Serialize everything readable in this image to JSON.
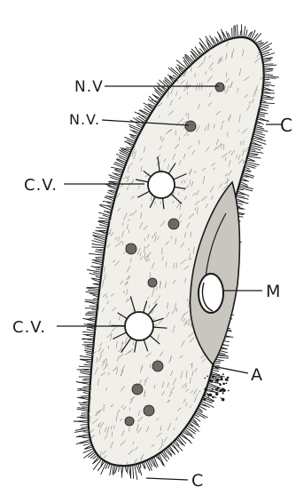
{
  "figure": {
    "subject": "Paramecium",
    "labels": {
      "nv_top": "N.V",
      "nv_second": "N.V.",
      "cv_top": "C.V.",
      "cv_bottom": "C.V.",
      "c_right": "C",
      "c_bottom": "C",
      "m": "M",
      "a": "A"
    }
  },
  "colors": {
    "ink": "#1a1a1a",
    "paper": "#ffffff",
    "body_fill": "#f1efe9",
    "shade": "#8d8a84"
  }
}
